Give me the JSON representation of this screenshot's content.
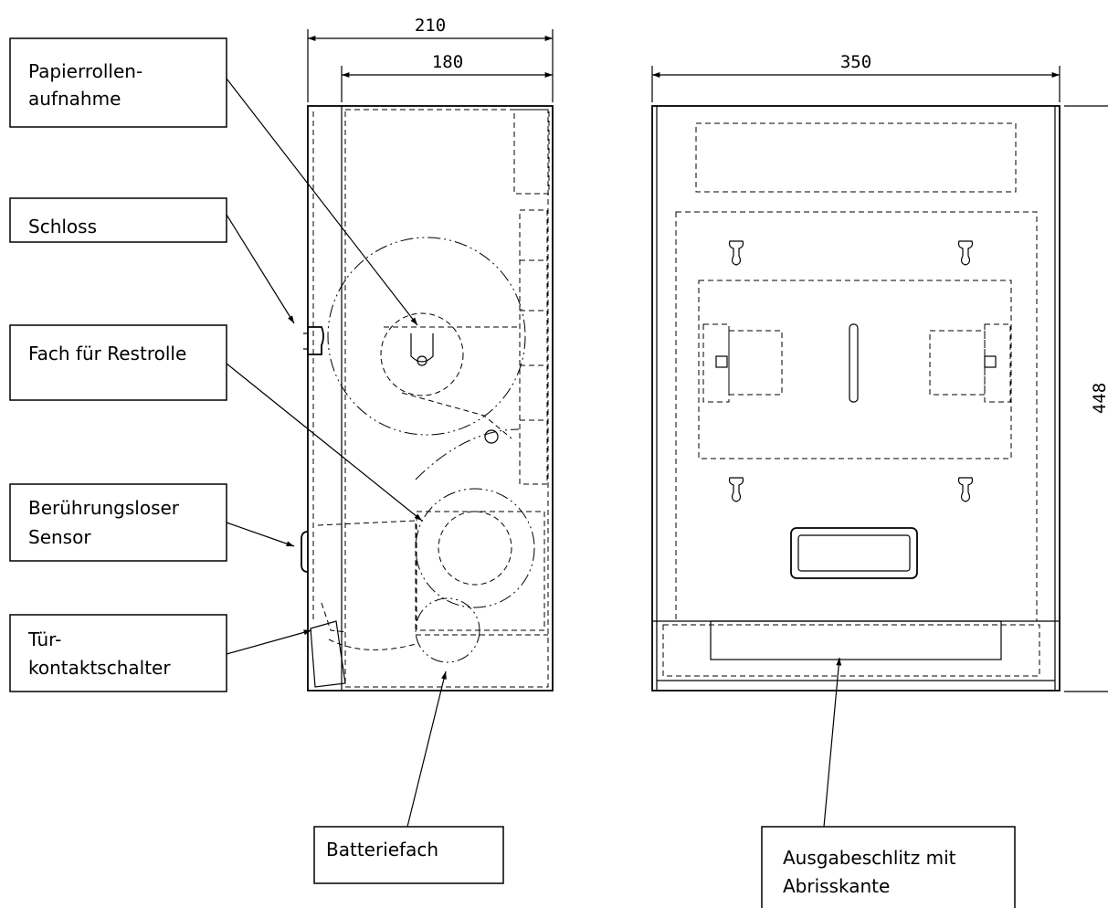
{
  "dimensions": {
    "side_total_width": "210",
    "side_inner_width": "180",
    "front_width": "350",
    "height": "448"
  },
  "callouts": {
    "paper_roll_holder": [
      "Papierrollen-",
      "aufnahme"
    ],
    "lock": "Schloss",
    "remainder_roll_compartment": "Fach für Restrolle",
    "contactless_sensor": [
      "Berührungsloser",
      "Sensor"
    ],
    "door_contact_switch": [
      "Tür-",
      "kontaktschalter"
    ],
    "battery_compartment": "Batteriefach",
    "dispensing_slot": [
      "Ausgabeschlitz mit",
      "Abrisskante"
    ]
  }
}
